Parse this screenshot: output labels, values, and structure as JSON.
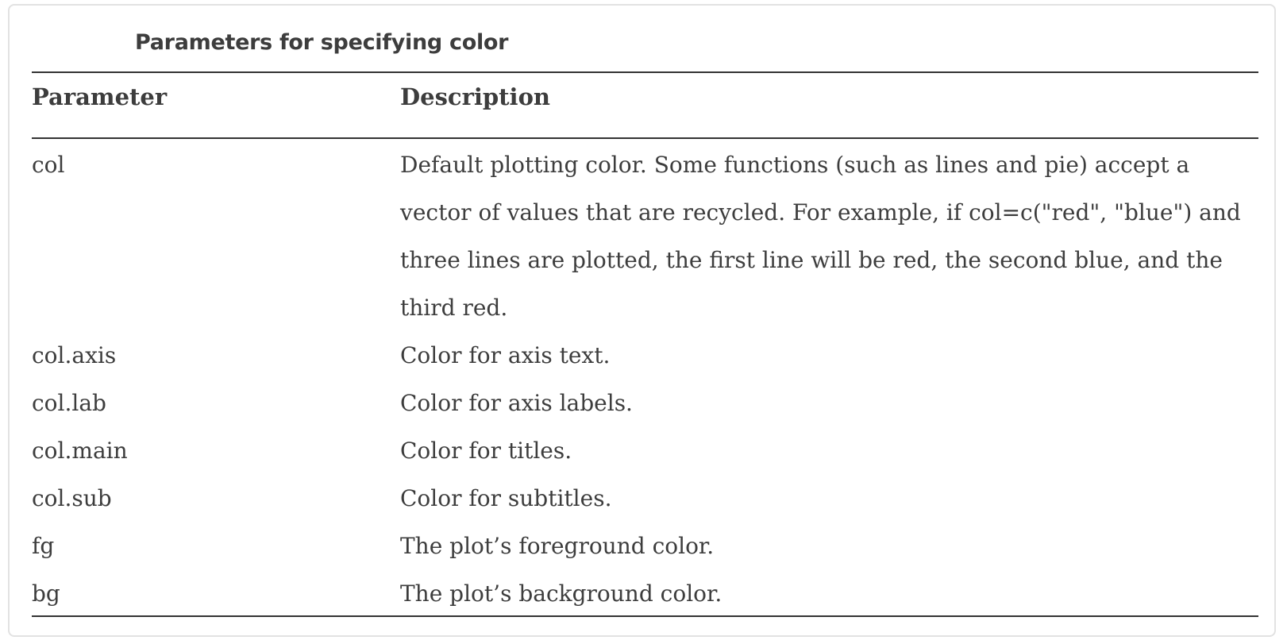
{
  "table": {
    "caption": "Parameters for specifying color",
    "headers": {
      "parameter": "Parameter",
      "description": "Description"
    },
    "rows": [
      {
        "parameter": "col",
        "description": "Default plotting color. Some functions (such as lines and pie) accept a vector of values that are recycled. For example, if col=c(\"red\", \"blue\") and three lines are plotted, the first line will be red, the second blue, and the third red."
      },
      {
        "parameter": "col.axis",
        "description": "Color for axis text."
      },
      {
        "parameter": "col.lab",
        "description": "Color for axis labels."
      },
      {
        "parameter": "col.main",
        "description": "Color for titles."
      },
      {
        "parameter": "col.sub",
        "description": "Color for subtitles."
      },
      {
        "parameter": "fg",
        "description": "The plot’s foreground color."
      },
      {
        "parameter": "bg",
        "description": "The plot’s background color."
      }
    ]
  }
}
